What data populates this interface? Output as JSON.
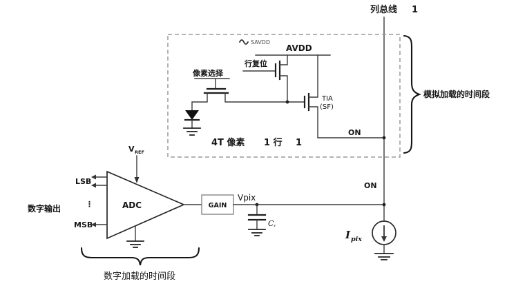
{
  "diagram": {
    "column_bus": {
      "label": "列总线",
      "index": "1"
    },
    "pixel_box": {
      "savdd": "SAVDD",
      "avdd": "AVDD",
      "row_reset": "行复位",
      "pixel_select": "像素选择",
      "tia": "TIA",
      "sf": "(SF)",
      "on": "ON",
      "caption_4t": "4T 像素",
      "caption_row": "1 行",
      "caption_index": "1"
    },
    "analog_phase": {
      "label": "模拟加载的时间段"
    },
    "readout": {
      "vref_base": "V",
      "vref_sub": "REF",
      "adc": "ADC",
      "lsb": "LSB",
      "dots": "⋮",
      "msb": "MSB",
      "digital_output": "数字输出",
      "gain": "GAIN",
      "vpix": "Vpix",
      "cap": "C,",
      "on": "ON",
      "ipix_base": "I",
      "ipix_sub": "pix"
    },
    "digital_phase": {
      "label": "数字加载的时间段"
    }
  },
  "colors": {
    "ink": "#161616",
    "wire": "#3a3a3a",
    "box_border": "#9a9a9a"
  }
}
